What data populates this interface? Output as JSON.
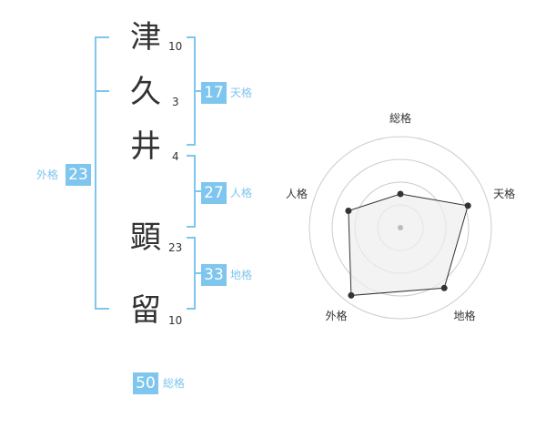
{
  "name": {
    "chars": [
      {
        "char": "津",
        "strokes": "10"
      },
      {
        "char": "久",
        "strokes": "3"
      },
      {
        "char": "井",
        "strokes": "4"
      },
      {
        "char": "顕",
        "strokes": "23"
      },
      {
        "char": "留",
        "strokes": "10"
      }
    ]
  },
  "fortunes": {
    "ten": {
      "value": "17",
      "label": "天格"
    },
    "jin": {
      "value": "27",
      "label": "人格"
    },
    "chi": {
      "value": "33",
      "label": "地格"
    },
    "gai": {
      "value": "23",
      "label": "外格"
    },
    "sou": {
      "value": "50",
      "label": "総格"
    }
  },
  "chart_data": {
    "type": "radar",
    "axes": [
      "総格",
      "天格",
      "地格",
      "外格",
      "人格"
    ],
    "values": [
      0.37,
      0.78,
      0.82,
      0.92,
      0.6
    ],
    "max": 1,
    "colors": {
      "fill": "#eeeeee",
      "stroke": "#333333",
      "grid": "#cccccc",
      "center": "#bbbbbb"
    }
  },
  "colors": {
    "accent": "#7fc6ee",
    "text": "#333333"
  }
}
